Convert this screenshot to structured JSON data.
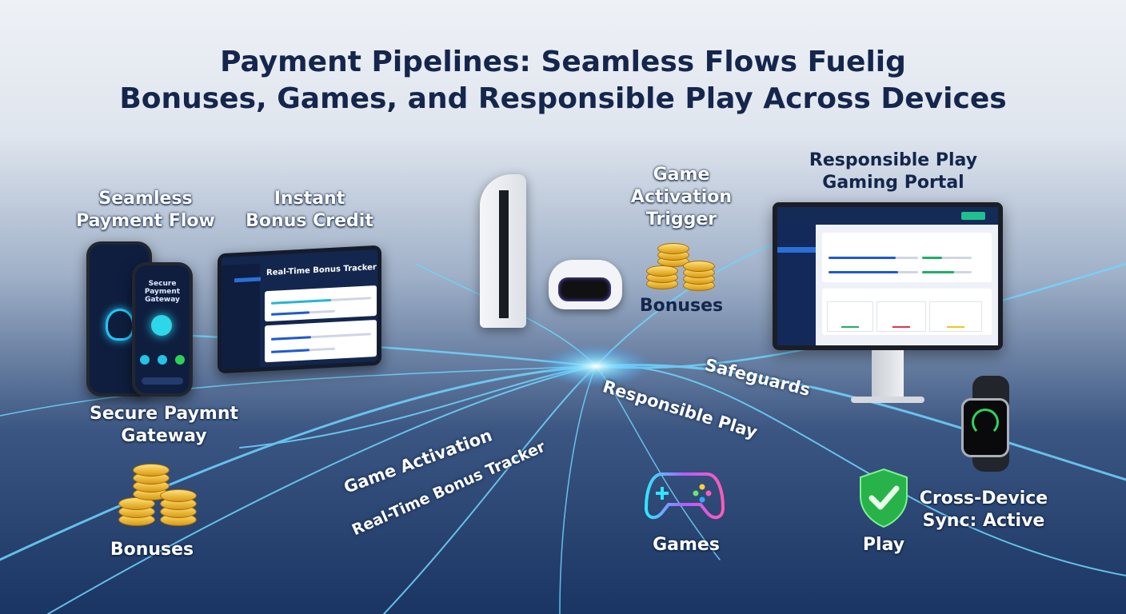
{
  "title": {
    "line1": "Payment Pipelines: Seamless Flows Fuelig",
    "line2": "Bonuses, Games, and Responsible Play Across Devices"
  },
  "labels": {
    "seamless_payment_flow": "Seamless Payment Flow",
    "instant_bonus_credit": "Instant Bonus Credit",
    "game_activation_trigger": "Game Activation Trigger",
    "responsible_play_portal": "Responsible Play Gaming Portal",
    "bonuses_top": "Bonuses",
    "secure_gateway": "Secure Paymnt Gateway",
    "bonuses_bottom": "Bonuses",
    "games": "Games",
    "play": "Play",
    "cross_device": "Cross-Device Sync: Active"
  },
  "flow_labels": {
    "safeguards": "Safeguards",
    "responsible_play": "Responsible Play",
    "game_activation": "Game Activation",
    "bonus_tracker": "Real-Time Bonus Tracker"
  },
  "devices": {
    "phone_front_title": "Secure Payment Gateway",
    "tablet_title": "Real-Time Bonus Tracker"
  },
  "colors": {
    "title": "#15264d",
    "flow_glow": "#5fd0ff",
    "coin": "#f2b824",
    "shield": "#27b34a",
    "accent_green": "#1fbf8f"
  }
}
